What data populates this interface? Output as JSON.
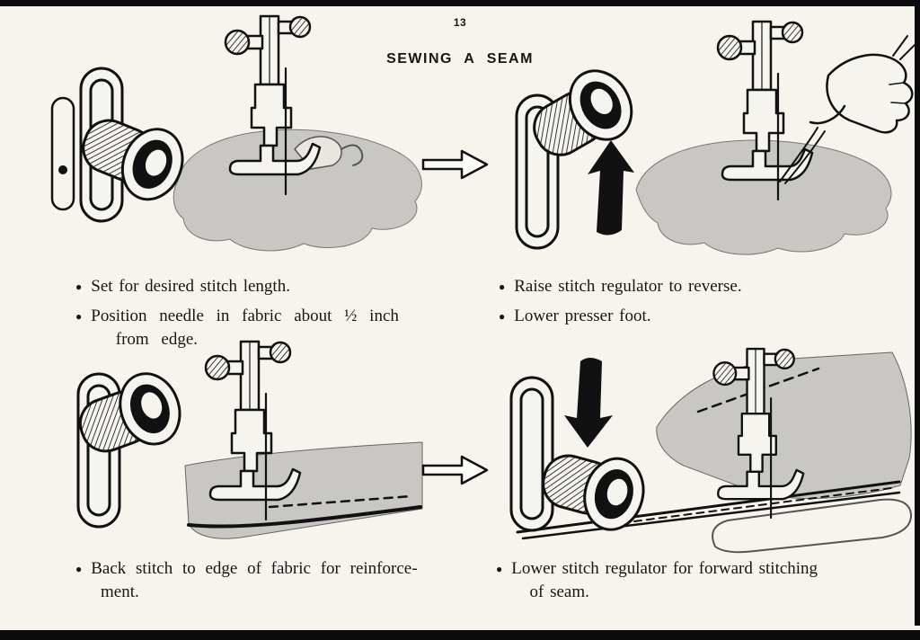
{
  "page": {
    "number": "13",
    "title": "SEWING A SEAM"
  },
  "instructions": {
    "top_left": [
      "Set for desired stitch length.",
      "Position needle in fabric about ½ inch\n  from edge."
    ],
    "top_right": [
      "Raise stitch regulator to reverse.",
      "Lower presser foot."
    ],
    "bottom_left": [
      "Back stitch to edge of fabric for reinforce-\n ment."
    ],
    "bottom_right": [
      "Lower stitch regulator for forward stitching\n   of seam."
    ]
  },
  "icons": {
    "bullet": "●"
  },
  "figures": {
    "top_left_alt": "Stitch regulator knob; needle positioned in fabric under presser foot",
    "top_right_alt": "Stitch regulator raised to reverse (up arrow); hand holding thread behind presser foot",
    "bottom_left_alt": "Back stitching with dashed stitch line to edge of fabric",
    "bottom_right_alt": "Stitch regulator lowered (down arrow); forward stitching of seam",
    "arrow_between_steps": "right-arrow"
  },
  "colors": {
    "paper": "#f7f4ee",
    "ink": "#161616",
    "fabric": "#c8c7c3"
  }
}
